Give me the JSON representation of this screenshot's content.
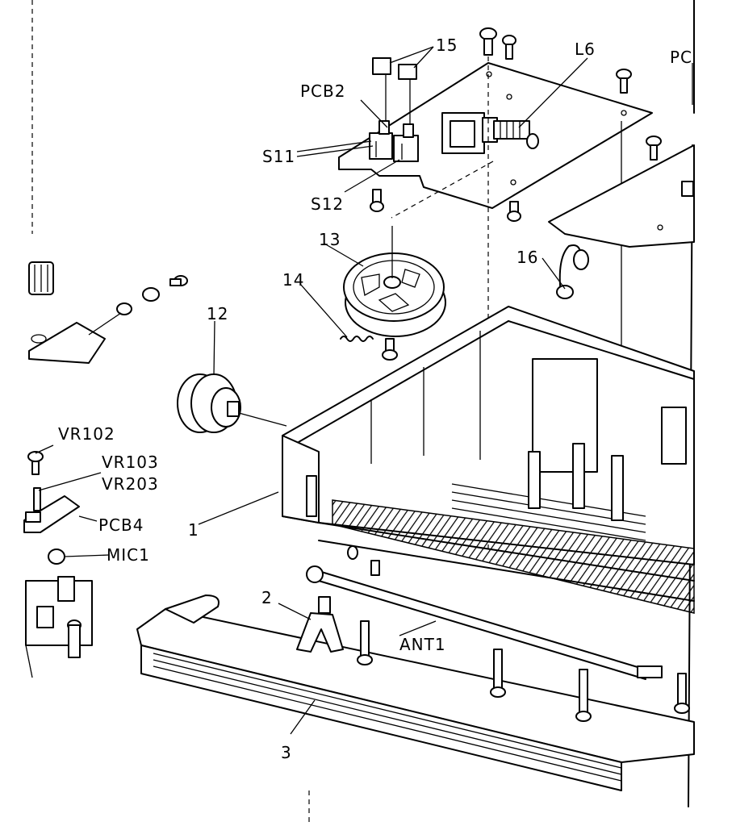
{
  "labels": {
    "l15": "15",
    "l6": "L6",
    "pc": "PC",
    "pcb2": "PCB2",
    "s11": "S11",
    "s12": "S12",
    "l13": "13",
    "l16": "16",
    "l14": "14",
    "l12": "12",
    "vr102": "VR102",
    "vr103": "VR103",
    "vr203": "VR203",
    "pcb4": "PCB4",
    "l1": "1",
    "mic1": "MIC1",
    "l2": "2",
    "ant1": "ANT1",
    "l3": "3"
  }
}
